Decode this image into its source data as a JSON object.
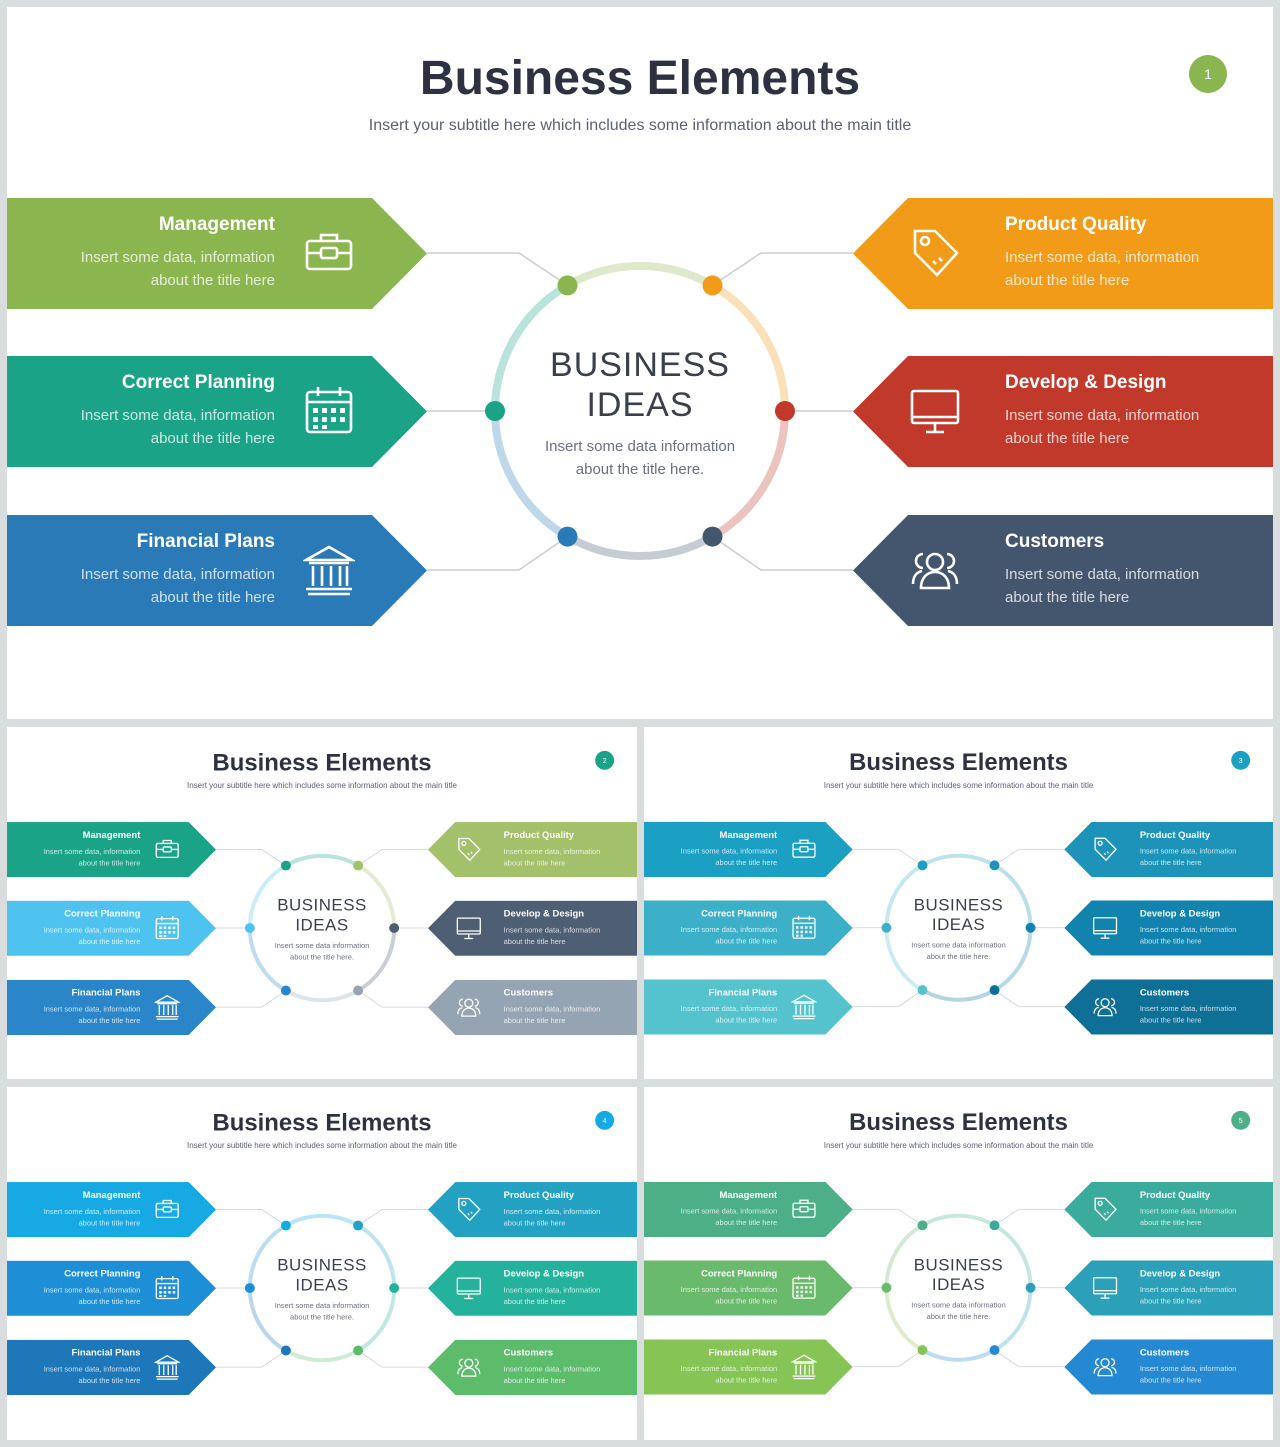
{
  "title": "Business Elements",
  "subtitle": "Insert your subtitle here which includes some information about the main title",
  "center": {
    "line1": "BUSINESS",
    "line2": "IDEAS",
    "text1": "Insert some data information",
    "text2": "about the title here."
  },
  "cards": [
    {
      "title": "Management",
      "line1": "Insert some data, information",
      "line2": "about the title here",
      "icon": "briefcase-icon"
    },
    {
      "title": "Correct Planning",
      "line1": "Insert some data, information",
      "line2": "about the title here",
      "icon": "calendar-icon"
    },
    {
      "title": "Financial Plans",
      "line1": "Insert some data, information",
      "line2": "about the title here",
      "icon": "bank-icon"
    },
    {
      "title": "Product Quality",
      "line1": "Insert some data, information",
      "line2": "about the title here",
      "icon": "price-tag-icon"
    },
    {
      "title": "Develop & Design",
      "line1": "Insert some data, information",
      "line2": "about the title here",
      "icon": "monitor-icon"
    },
    {
      "title": "Customers",
      "line1": "Insert some data, information",
      "line2": "about the title here",
      "icon": "users-icon"
    }
  ],
  "slides": [
    {
      "number": "1",
      "badge": "#8bb54f",
      "colors": [
        "#8ab54f",
        "#1aa386",
        "#2a7ab8",
        "#f19b18",
        "#c1392b",
        "#44566e"
      ]
    },
    {
      "number": "2",
      "badge": "#1aa386",
      "colors": [
        "#1aa386",
        "#4fc3ef",
        "#2a86c8",
        "#a3c06a",
        "#4e5e73",
        "#95a4b2"
      ]
    },
    {
      "number": "3",
      "badge": "#1b9fc2",
      "colors": [
        "#1b9fc2",
        "#3cb0c8",
        "#55c3cd",
        "#1d93b9",
        "#1283ae",
        "#0e6f97"
      ]
    },
    {
      "number": "4",
      "badge": "#16a9e4",
      "colors": [
        "#16a9e4",
        "#1d8fd7",
        "#1d77b8",
        "#22a1c2",
        "#25b29c",
        "#5cbc6b"
      ]
    },
    {
      "number": "5",
      "badge": "#4caf86",
      "colors": [
        "#4caf86",
        "#6aba6d",
        "#86c456",
        "#3aab9c",
        "#2ba0b8",
        "#2489d2"
      ]
    }
  ]
}
